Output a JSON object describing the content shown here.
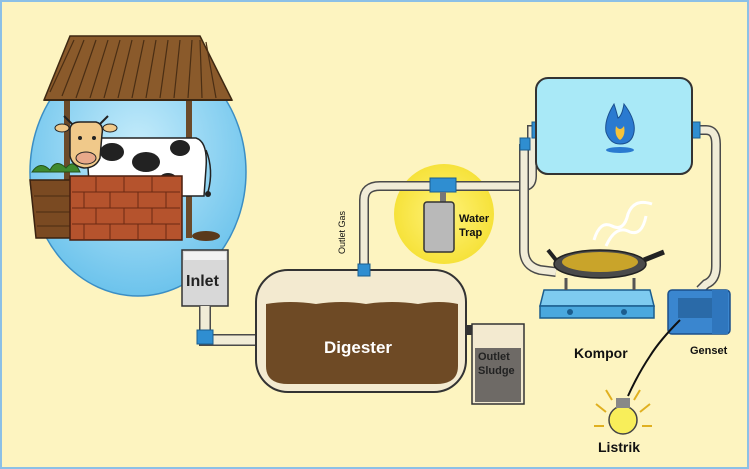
{
  "labels": {
    "inlet": "Inlet",
    "digester": "Digester",
    "outlet_gas": "Outlet Gas",
    "water_trap_line1": "Water",
    "water_trap_line2": "Trap",
    "outlet_sludge_line1": "Outlet",
    "outlet_sludge_line2": "Sludge",
    "kompor": "Kompor",
    "genset": "Genset",
    "listrik": "Listrik"
  },
  "colors": {
    "background": "#fdf4c0",
    "sky_circle": "#8fd3f2",
    "digester_fill": "#6e4a25",
    "digester_wall": "#f3ead0",
    "gas_tank": "#a9e9f7",
    "pipe": "#f1ecd7",
    "pipe_joint": "#2f8ed1",
    "genset": "#3a86cf",
    "stove": "#64b9e8",
    "water_trap_glow": "#f7e64a",
    "bulb_glow": "#f6e640"
  },
  "icons": [
    "cow-icon",
    "thatched-roof-icon",
    "flame-icon",
    "frying-pan-icon",
    "light-bulb-icon",
    "generator-icon"
  ]
}
